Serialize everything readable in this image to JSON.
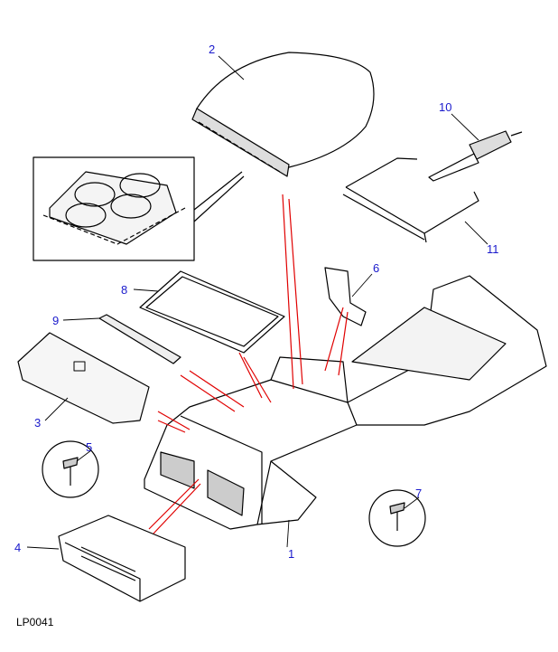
{
  "diagram": {
    "reference_code": "LP0041",
    "callouts": [
      {
        "id": "callout-1",
        "text": "1"
      },
      {
        "id": "callout-2",
        "text": "2"
      },
      {
        "id": "callout-3",
        "text": "3"
      },
      {
        "id": "callout-4",
        "text": "4"
      },
      {
        "id": "callout-5",
        "text": "5"
      },
      {
        "id": "callout-6",
        "text": "6"
      },
      {
        "id": "callout-7",
        "text": "7"
      },
      {
        "id": "callout-8",
        "text": "8"
      },
      {
        "id": "callout-9",
        "text": "9"
      },
      {
        "id": "callout-10",
        "text": "10"
      },
      {
        "id": "callout-11",
        "text": "11"
      }
    ],
    "colors": {
      "label": "#1a1acc",
      "line": "#000000",
      "assembly_line": "#e00000"
    }
  }
}
